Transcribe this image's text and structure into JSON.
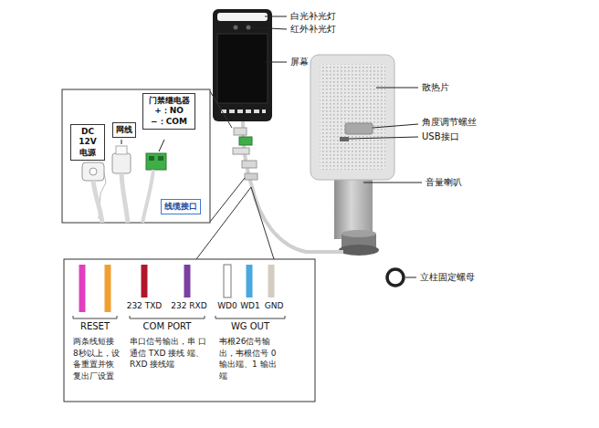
{
  "diagram": {
    "nodes": [
      {
        "text": [
          "DC 12V 电源"
        ]
      },
      {
        "text": [
          "网线"
        ]
      },
      {
        "text": [
          "门禁继电器 +：NO −：COM"
        ]
      },
      {
        "text": [
          "线缆接口"
        ]
      }
    ],
    "labels": [
      "白光补光灯",
      "红外补光灯",
      "屏幕",
      "散热片",
      "角度调节螺丝",
      "USB接口",
      "音量喇叭",
      "立柱固定螺母",
      "RESET",
      "232 TXD",
      "232 RXD",
      "COM PORT",
      "WD0",
      "WD1",
      "GND",
      "WG OUT",
      "两条线短接 8秒以上，设 备重置并恢 复出厂设置",
      "串口信号输出，串 口通信 TXD 接线 端、RXD 接线端",
      "韦根26信号输 出，韦根信号 0 输出端、1 输出 端"
    ]
  }
}
